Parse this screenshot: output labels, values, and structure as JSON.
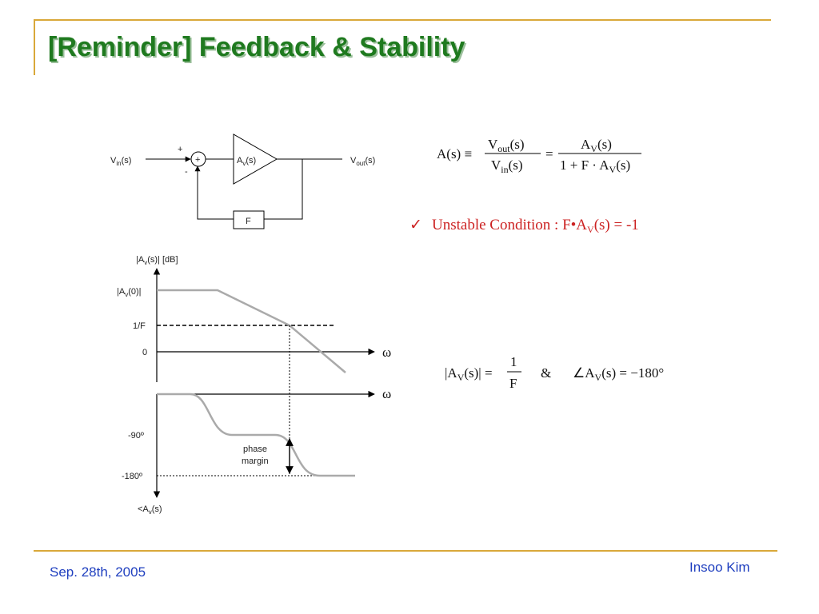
{
  "slide": {
    "title": "[Reminder] Feedback & Stability",
    "footer_date": "Sep. 28th, 2005",
    "footer_author": "Insoo Kim"
  },
  "colors": {
    "title": "#1f7a1f",
    "accent_line": "#d9a83a",
    "footer_text": "#1f3fbf",
    "highlight": "#cc2222",
    "curve": "#aaaaaa"
  },
  "block_diagram": {
    "input_label_main": "V",
    "input_label_sub": "in",
    "input_label_tail": "(s)",
    "output_label_main": "V",
    "output_label_sub": "out",
    "output_label_tail": "(s)",
    "summer_symbol": "+",
    "plus_sign": "+",
    "minus_sign": "-",
    "amp_label_main": "A",
    "amp_label_sub": "v",
    "amp_label_tail": "(s)",
    "feedback_label": "F"
  },
  "equations": {
    "closed_loop": {
      "lhs": "A(s) ≡",
      "num1_main": "V",
      "num1_sub": "out",
      "num1_tail": "(s)",
      "den1_main": "V",
      "den1_sub": "in",
      "den1_tail": "(s)",
      "eq": "=",
      "num2_main": "A",
      "num2_sub": "V",
      "num2_tail": "(s)",
      "den2_head": "1 + F · A",
      "den2_sub": "V",
      "den2_tail": "(s)"
    },
    "unstable": {
      "check": "✓",
      "text_head": "Unstable Condition : F•A",
      "text_sub": "V",
      "text_tail": "(s) = -1"
    },
    "condition": {
      "abs_head": "|A",
      "abs_sub": "V",
      "abs_tail": "(s)| =",
      "frac_num": "1",
      "frac_den": "F",
      "amp": "&",
      "angle_head": "∠A",
      "angle_sub": "V",
      "angle_tail": "(s) = −180°"
    }
  },
  "bode": {
    "mag_axis_label_main": "|A",
    "mag_axis_label_sub": "v",
    "mag_axis_label_tail": "(s)|  [dB]",
    "mag_tick_dc_main": "|A",
    "mag_tick_dc_sub": "v",
    "mag_tick_dc_tail": "(0)|",
    "mag_tick_invF": "1/F",
    "mag_tick_zero": "0",
    "omega_label": "ω",
    "phase_tick_90": "-90º",
    "phase_tick_180": "-180º",
    "phase_axis_label_main": "<A",
    "phase_axis_label_sub": "v",
    "phase_axis_label_tail": "(s)",
    "phase_margin_line1": "phase",
    "phase_margin_line2": "margin"
  }
}
